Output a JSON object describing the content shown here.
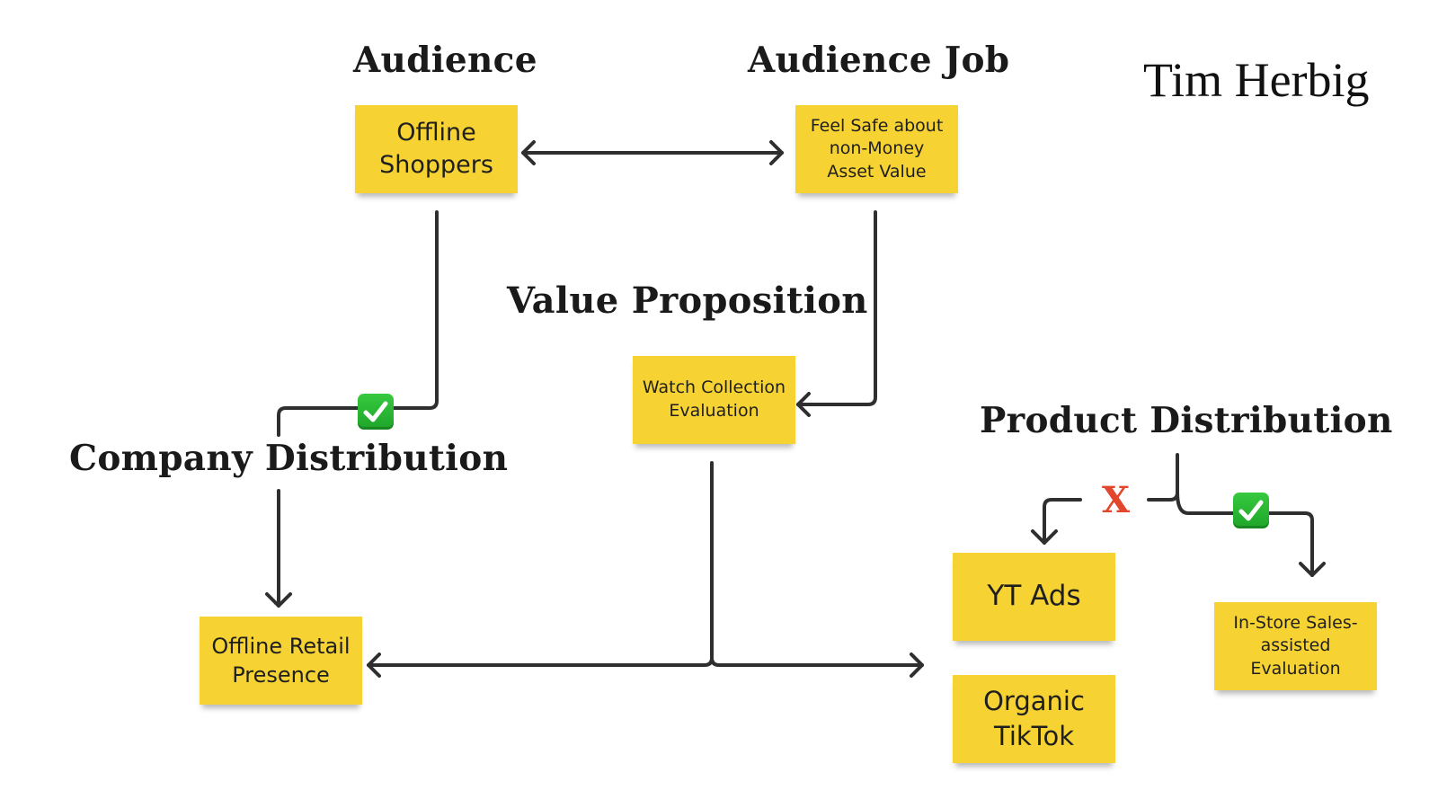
{
  "brand": "Tim Herbig",
  "headings": {
    "audience": "Audience",
    "audience_job": "Audience Job",
    "value_proposition": "Value Proposition",
    "company_distribution": "Company Distribution",
    "product_distribution": "Product Distribution"
  },
  "notes": {
    "offline_shoppers": [
      "Offline",
      "Shoppers"
    ],
    "audience_job": [
      "Feel Safe about",
      "non-Money",
      "Asset Value"
    ],
    "value_prop": [
      "Watch Collection",
      "Evaluation"
    ],
    "retail_presence": [
      "Offline Retail",
      "Presence"
    ],
    "yt_ads": [
      "YT Ads"
    ],
    "organic_tiktok": [
      "Organic",
      "TikTok"
    ],
    "in_store": [
      "In-Store Sales-",
      "assisted",
      "Evaluation"
    ]
  },
  "marks": {
    "cross": "X",
    "check_icon": "green-check-icon"
  },
  "colors": {
    "note": "#f6d333",
    "line": "#2f2f2f",
    "check": "#2bb534",
    "cross": "#e2462c"
  }
}
